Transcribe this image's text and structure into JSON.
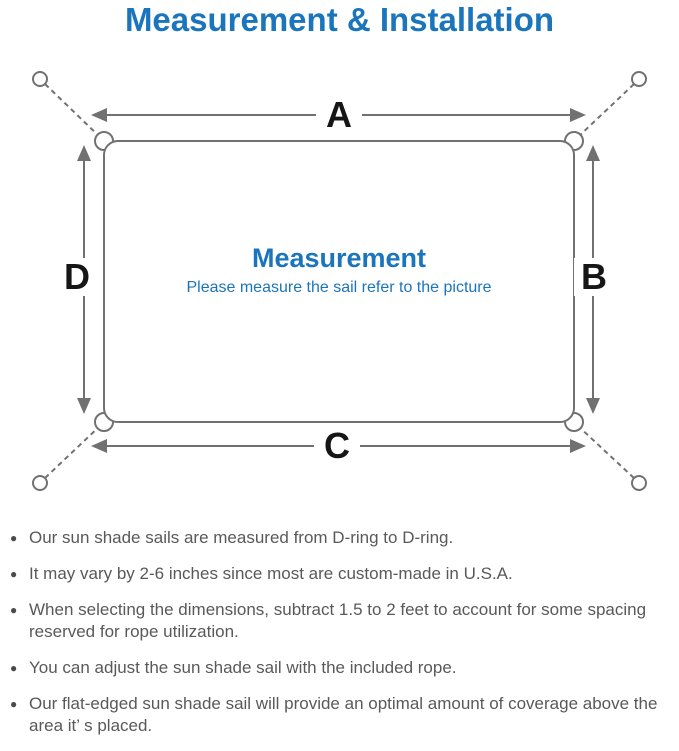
{
  "page": {
    "title": "Measurement & Installation"
  },
  "colors": {
    "accent_blue": "#1b75bc",
    "line_gray": "#717171",
    "note_text_gray": "#595959",
    "label_black": "#161616"
  },
  "diagram": {
    "labels": {
      "top": "A",
      "right": "B",
      "bottom": "C",
      "left": "D"
    },
    "center": {
      "title": "Measurement",
      "subtitle": "Please measure the sail refer to the picture"
    }
  },
  "notes": {
    "bullet_glyph": "●",
    "items": [
      "Our sun shade sails are measured from D-ring to D-ring.",
      "It may vary by 2-6 inches since most are custom-made in U.S.A.",
      "When selecting the dimensions, subtract 1.5 to 2 feet to account for some spacing reserved for rope utilization.",
      "You can adjust the sun shade sail with the included rope.",
      "Our flat-edged sun shade sail will provide an optimal amount of coverage above the area it’ s placed."
    ]
  }
}
